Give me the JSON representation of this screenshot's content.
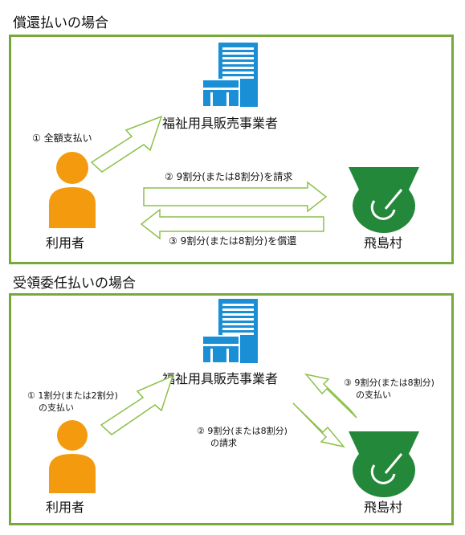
{
  "reimbursement": {
    "title": "償還払いの場合",
    "provider": "福祉用具販売事業者",
    "user": "利用者",
    "village": "飛島村",
    "step1": "① 全額支払い",
    "step2": "② 9割分(または8割分)を請求",
    "step3": "③ 9割分(または8割分)を償還"
  },
  "commissioned": {
    "title": "受領委任払いの場合",
    "provider": "福祉用具販売事業者",
    "user": "利用者",
    "village": "飛島村",
    "step1_line1": "① 1割分(または2割分)",
    "step1_line2": "の支払い",
    "step2_line1": "② 9割分(または8割分)",
    "step2_line2": "の請求",
    "step3_line1": "③ 9割分(または8割分)",
    "step3_line2": "の支払い"
  },
  "colors": {
    "panel_border": "#76a93a",
    "arrow_outline": "#8cc04a",
    "building_blue": "#1a8fd6",
    "person_orange": "#f39a0e",
    "emblem_green": "#23883a"
  }
}
